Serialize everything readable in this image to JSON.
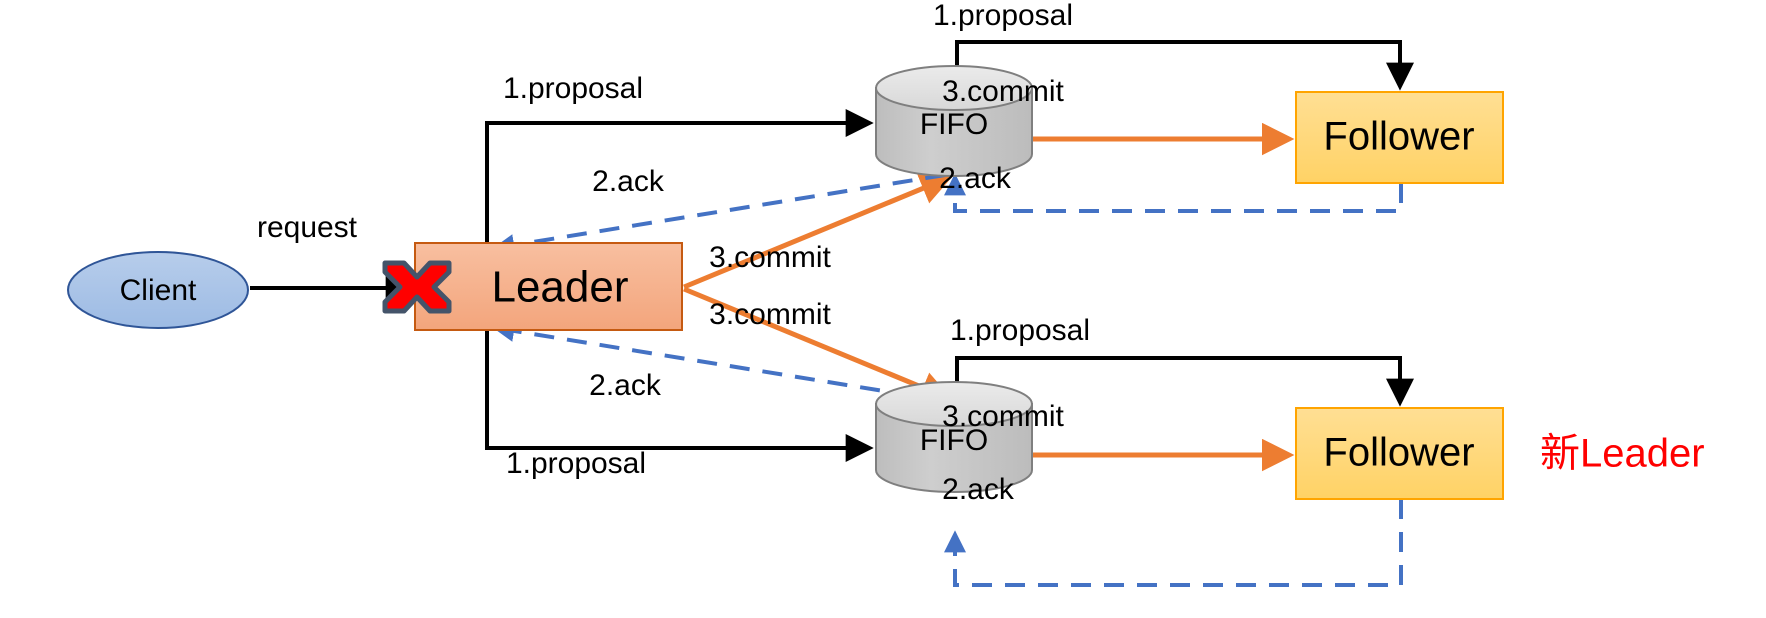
{
  "diagram": {
    "title": "ZAB protocol leader failure diagram",
    "colors": {
      "client_fill": "#a7c3e8",
      "client_stroke": "#2f5597",
      "leader_fill": "#f6b08a",
      "leader_stroke": "#c55a11",
      "follower_fill": "#ffd966",
      "follower_stroke": "#ffa400",
      "fifo_fill": "#c9c9c9",
      "fifo_top_fill": "#e2e2e2",
      "fifo_stroke": "#7f7f7f",
      "proposal_arrow": "#000000",
      "commit_arrow": "#ed7d31",
      "ack_arrow": "#4472c4",
      "fail_mark": "#ff0000",
      "fail_mark_stroke": "#44546a",
      "annotation_text": "#ff0000"
    },
    "nodes": [
      {
        "id": "client",
        "label": "Client",
        "shape": "ellipse",
        "font_size": 30
      },
      {
        "id": "leader",
        "label": "Leader",
        "shape": "rect",
        "font_size": 44
      },
      {
        "id": "fifo-top",
        "label": "FIFO",
        "shape": "cylinder",
        "font_size": 30
      },
      {
        "id": "fifo-bottom",
        "label": "FIFO",
        "shape": "cylinder",
        "font_size": 30
      },
      {
        "id": "follower-top",
        "label": "Follower",
        "shape": "rect",
        "font_size": 40
      },
      {
        "id": "follower-bottom",
        "label": "Follower",
        "shape": "rect",
        "font_size": 40
      }
    ],
    "edge_labels": {
      "request": "request",
      "proposal_top_left": "1.proposal",
      "proposal_top_right": "1.proposal",
      "proposal_bottom_left": "1.proposal",
      "proposal_bottom_right": "1.proposal",
      "ack_top_leader": "2.ack",
      "ack_top_fifo": "2.ack",
      "ack_bottom_leader": "2.ack",
      "ack_bottom_fifo": "2.ack",
      "commit_top_leader": "3.commit",
      "commit_bottom_leader": "3.commit",
      "commit_top_follower": "3.commit",
      "commit_bottom_follower": "3.commit"
    },
    "annotations": {
      "new_leader": "新Leader"
    },
    "markers": {
      "leader_failed": "x-cross-icon"
    }
  }
}
